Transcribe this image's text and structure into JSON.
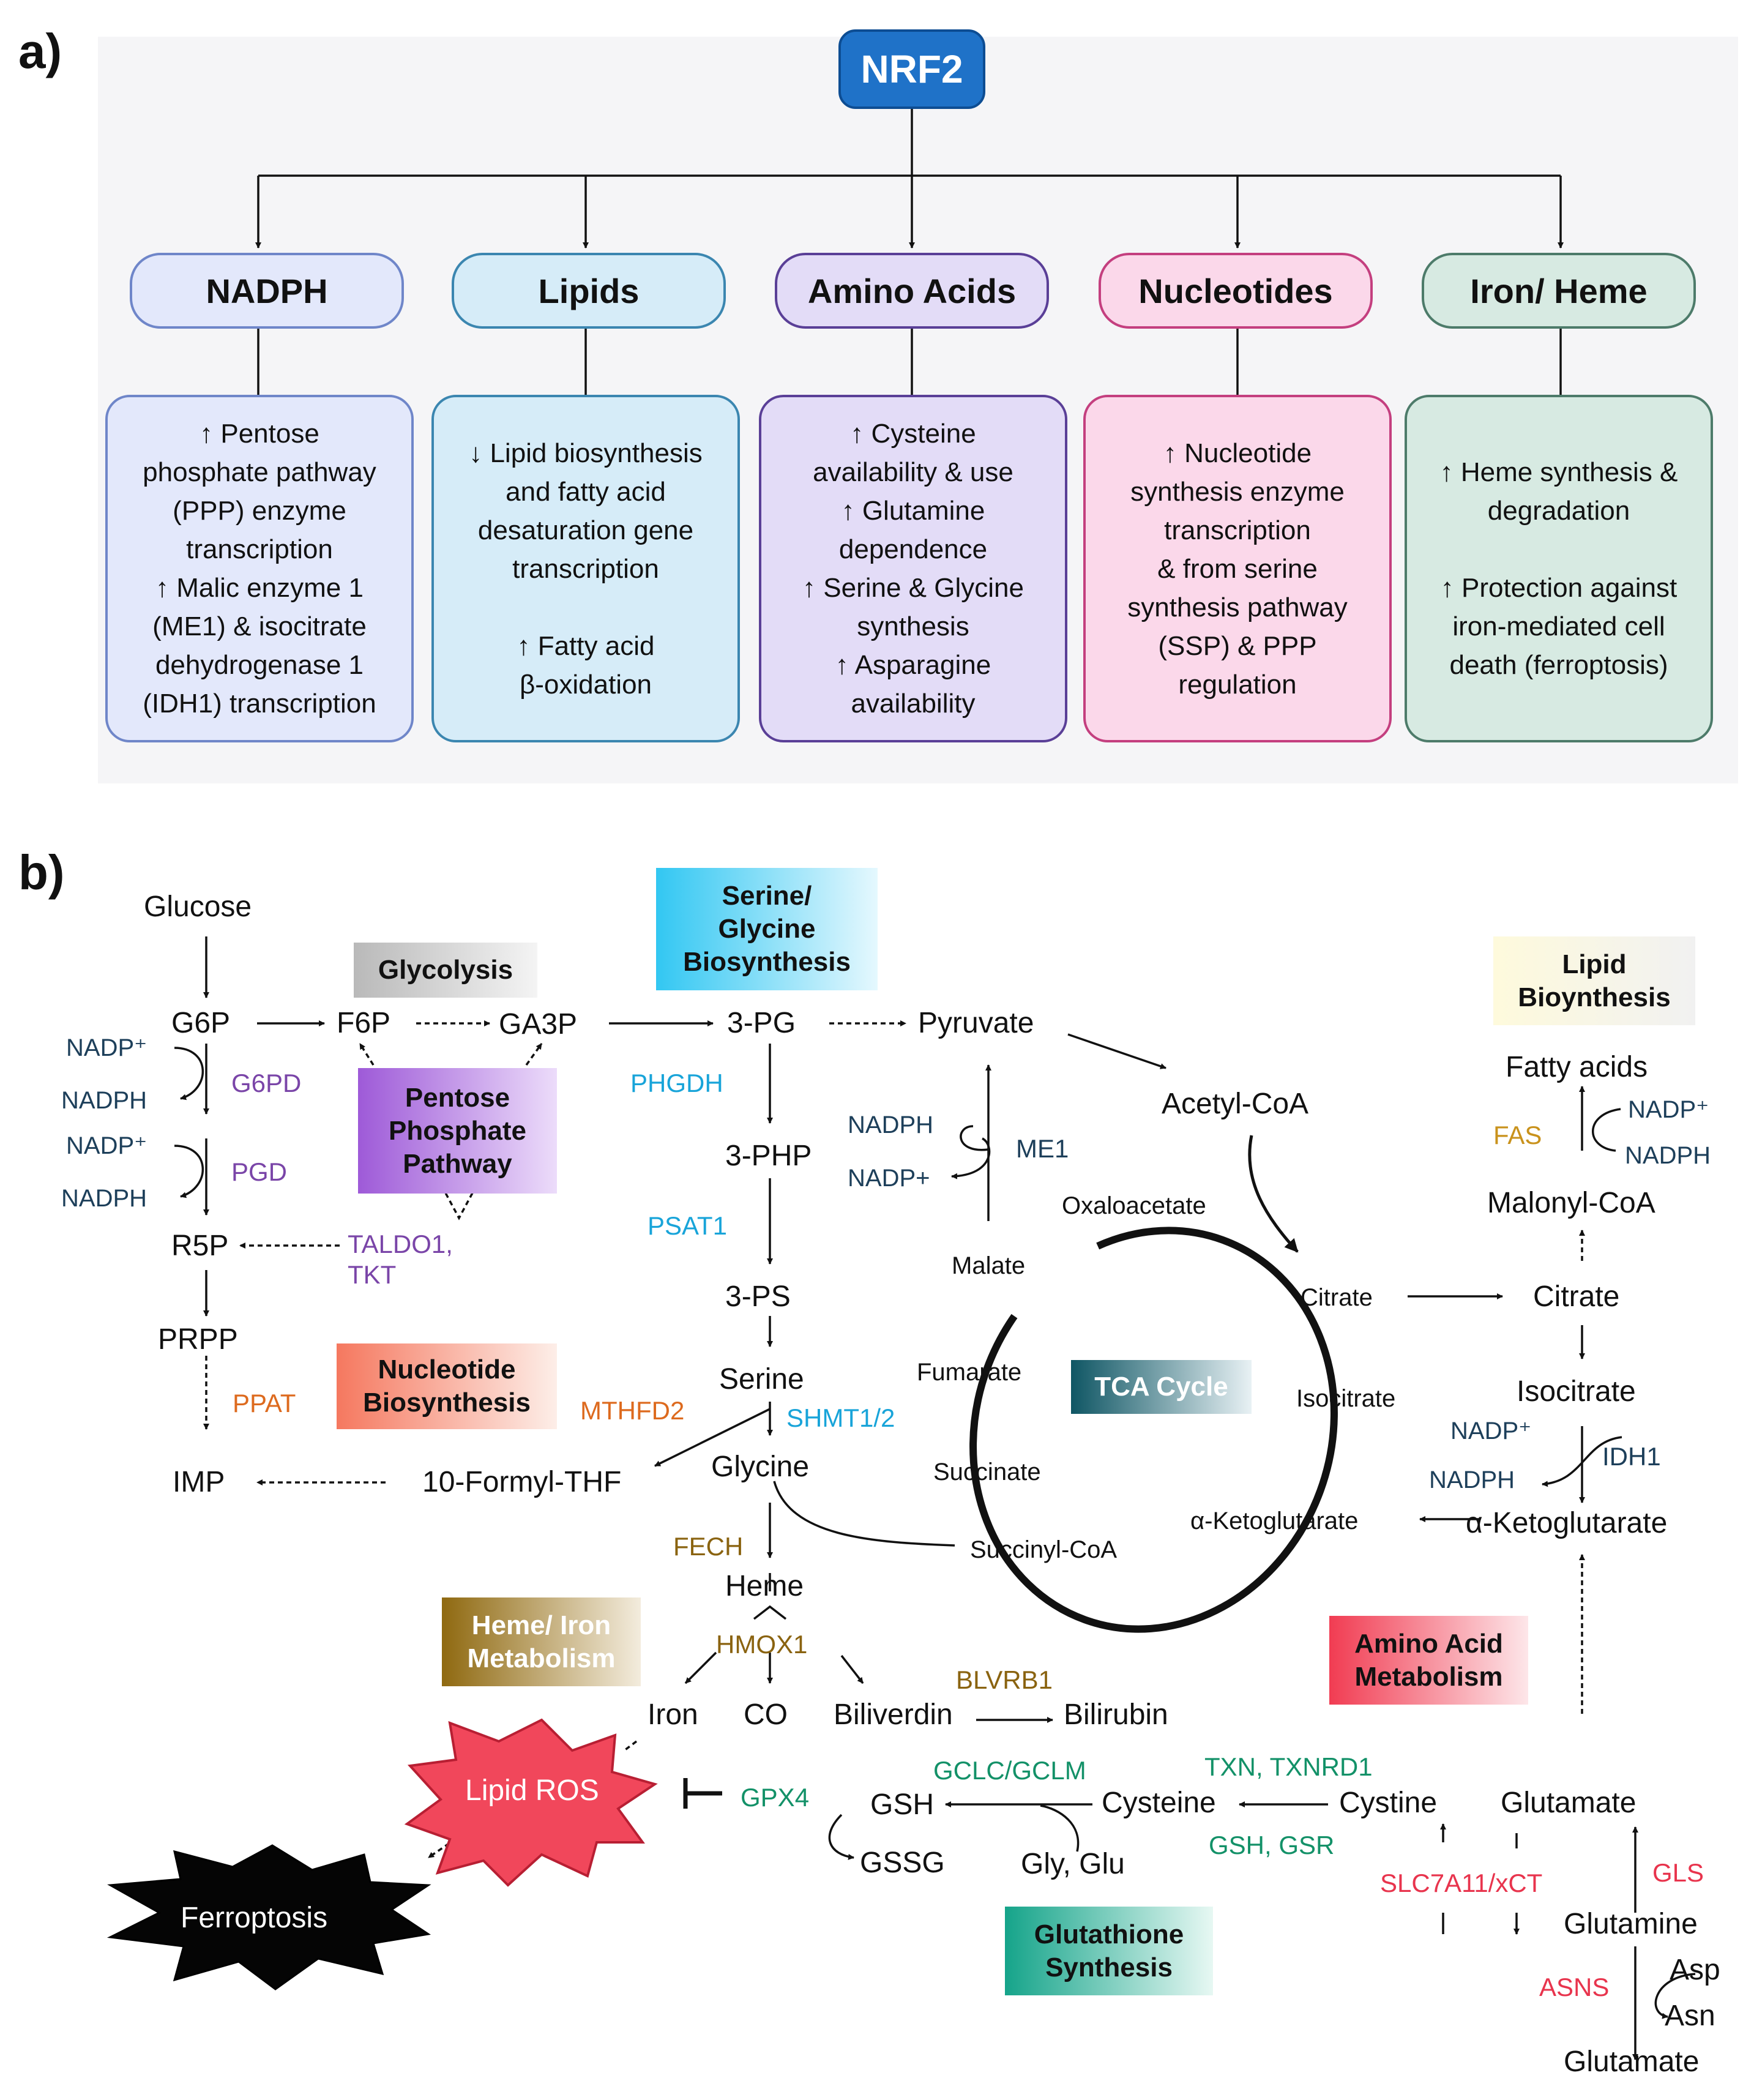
{
  "panel_a": {
    "label": "a)",
    "root": "NRF2",
    "categories": [
      {
        "title": "NADPH",
        "fill": "#e3e8fb",
        "border": "#6f86c9",
        "desc": "↑ Pentose\nphosphate pathway\n(PPP) enzyme\ntranscription\n↑ Malic enzyme 1\n(ME1) & isocitrate\ndehydrogenase 1\n(IDH1) transcription"
      },
      {
        "title": "Lipids",
        "fill": "#d6ecf8",
        "border": "#3b86b0",
        "desc": "↓ Lipid biosynthesis\nand fatty acid\ndesaturation gene\ntranscription\n\n↑ Fatty acid\nβ-oxidation"
      },
      {
        "title": "Amino Acids",
        "fill": "#e3dcf7",
        "border": "#5a3f97",
        "desc": "↑ Cysteine\navailability & use\n↑ Glutamine\ndependence\n↑ Serine & Glycine\nsynthesis\n↑ Asparagine\navailability"
      },
      {
        "title": "Nucleotides",
        "fill": "#fbd8ea",
        "border": "#c43f7f",
        "desc": "↑ Nucleotide\nsynthesis enzyme\ntranscription\n& from serine\nsynthesis pathway\n(SSP) & PPP\nregulation"
      },
      {
        "title": "Iron/ Heme",
        "fill": "#d7eae2",
        "border": "#4d7b6a",
        "desc": "↑ Heme synthesis &\ndegradation\n\n↑ Protection against\niron-mediated cell\ndeath (ferroptosis)"
      }
    ]
  },
  "panel_b": {
    "label": "b)",
    "pathways": {
      "glycolysis": "Glycolysis",
      "ppp": "Pentose\nPhosphate\nPathway",
      "serine": "Serine/\nGlycine\nBiosynthesis",
      "lipid": "Lipid\nBioynthesis",
      "nucleotide": "Nucleotide\nBiosynthesis",
      "tca": "TCA Cycle",
      "heme": "Heme/ Iron\nMetabolism",
      "amino": "Amino Acid\nMetabolism",
      "gsh": "Glutathione\nSynthesis"
    },
    "metabolites": {
      "glucose": "Glucose",
      "g6p": "G6P",
      "f6p": "F6P",
      "ga3p": "GA3P",
      "pg3": "3-PG",
      "pyruvate": "Pyruvate",
      "acetylcoa": "Acetyl-CoA",
      "nadp1": "NADP⁺",
      "nadph1": "NADPH",
      "nadp2": "NADP⁺",
      "nadph2": "NADPH",
      "r5p": "R5P",
      "prpp": "PRPP",
      "imp": "IMP",
      "formylthf": "10-Formyl-THF",
      "php3": "3-PHP",
      "ps3": "3-PS",
      "serine": "Serine",
      "glycine": "Glycine",
      "nadph_me": "NADPH",
      "nadp_me": "NADP+",
      "oxaloacetate": "Oxaloacetate",
      "malate": "Malate",
      "fumarate": "Fumarate",
      "succinate": "Succinate",
      "succinylcoa": "Succinyl-CoA",
      "akg_in": "α-Ketoglutarate",
      "isocitrate_in": "Isocitrate",
      "citrate_in": "Citrate",
      "fattyacids": "Fatty acids",
      "nadp_fas": "NADP⁺",
      "nadph_fas": "NADPH",
      "malonylcoa": "Malonyl-CoA",
      "citrate": "Citrate",
      "isocitrate": "Isocitrate",
      "nadp_idh": "NADP⁺",
      "nadph_idh": "NADPH",
      "akg": "α-Ketoglutarate",
      "heme": "Heme",
      "iron": "Iron",
      "co": "CO",
      "biliverdin": "Biliverdin",
      "bilirubin": "Bilirubin",
      "lipidros": "Lipid ROS",
      "ferroptosis": "Ferroptosis",
      "gsh": "GSH",
      "gssg": "GSSG",
      "glyglu": "Gly, Glu",
      "cysteine": "Cysteine",
      "cystine": "Cystine",
      "glutamate_top": "Glutamate",
      "glutamine": "Glutamine",
      "asp": "Asp",
      "asn": "Asn",
      "glutamate_bottom": "Glutamate"
    },
    "enzymes": {
      "g6pd": "G6PD",
      "pgd": "PGD",
      "taldo": "TALDO1,\nTKT",
      "ppat": "PPAT",
      "phgdh": "PHGDH",
      "psat1": "PSAT1",
      "mthfd2": "MTHFD2",
      "shmt": "SHMT1/2",
      "me1": "ME1",
      "fas": "FAS",
      "idh1": "IDH1",
      "fech": "FECH",
      "hmox1": "HMOX1",
      "blvrb1": "BLVRB1",
      "gclc": "GCLC/GCLM",
      "gpx4": "GPX4",
      "txn": "TXN, TXNRD1",
      "gshgsr": "GSH, GSR",
      "slc7a11": "SLC7A11/xCT",
      "gls": "GLS",
      "asns": "ASNS"
    }
  }
}
